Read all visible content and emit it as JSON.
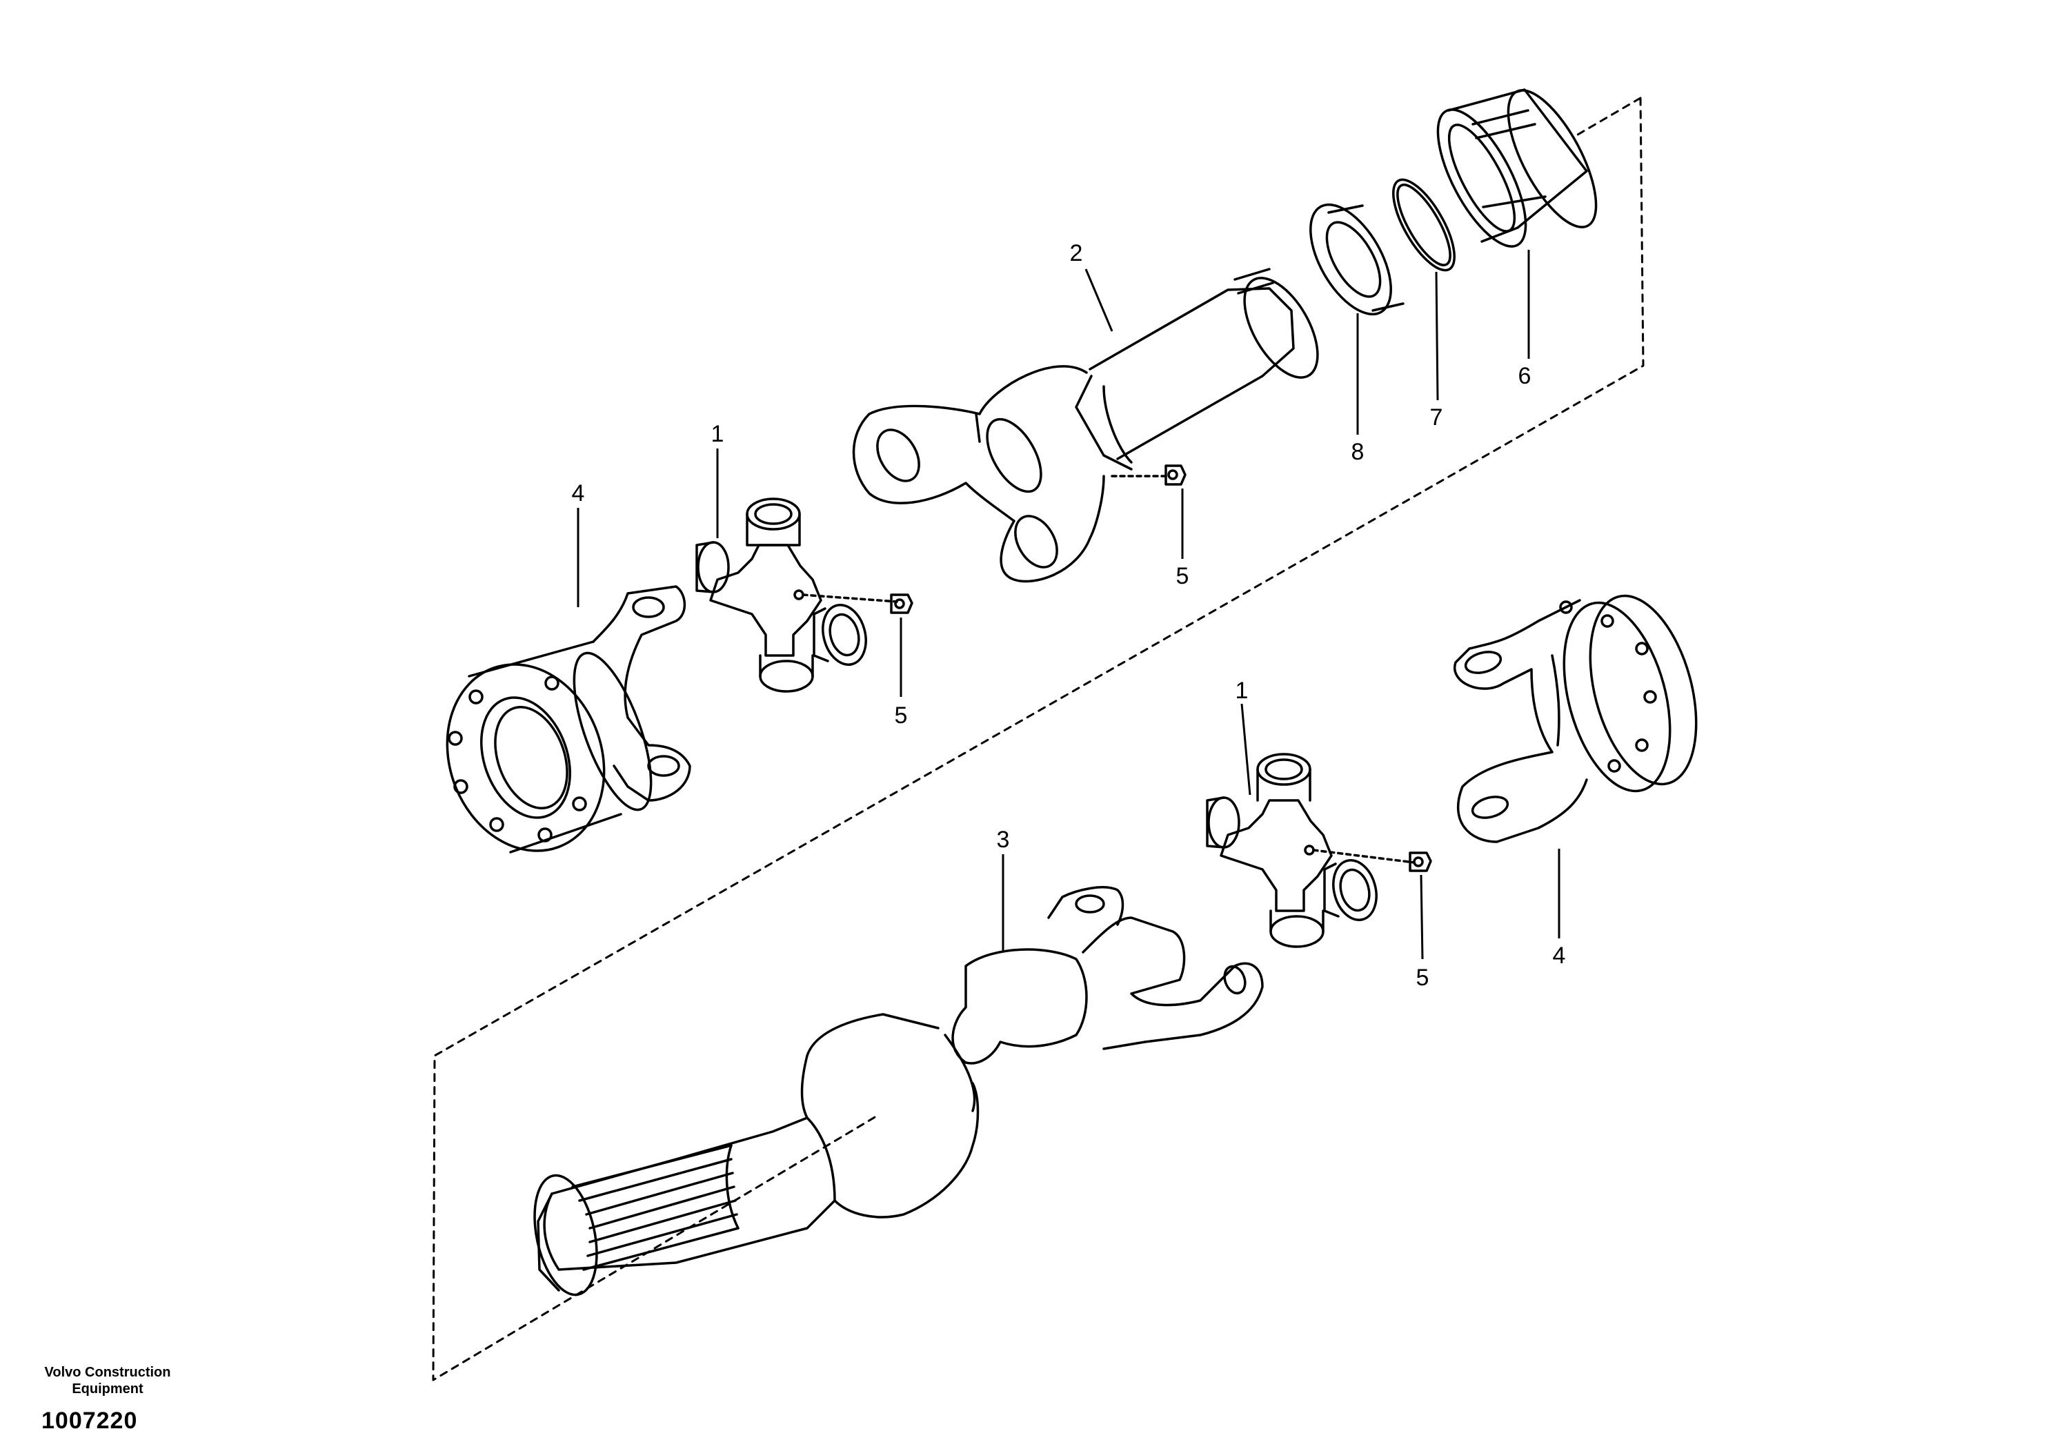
{
  "callouts": {
    "c1a": "1",
    "c1b": "1",
    "c2": "2",
    "c3": "3",
    "c4a": "4",
    "c4b": "4",
    "c5a": "5",
    "c5b": "5",
    "c5c": "5",
    "c6": "6",
    "c7": "7",
    "c8": "8"
  },
  "footer": {
    "brand_line1": "Volvo Construction",
    "brand_line2": "Equipment",
    "diagram_id": "1007220"
  }
}
